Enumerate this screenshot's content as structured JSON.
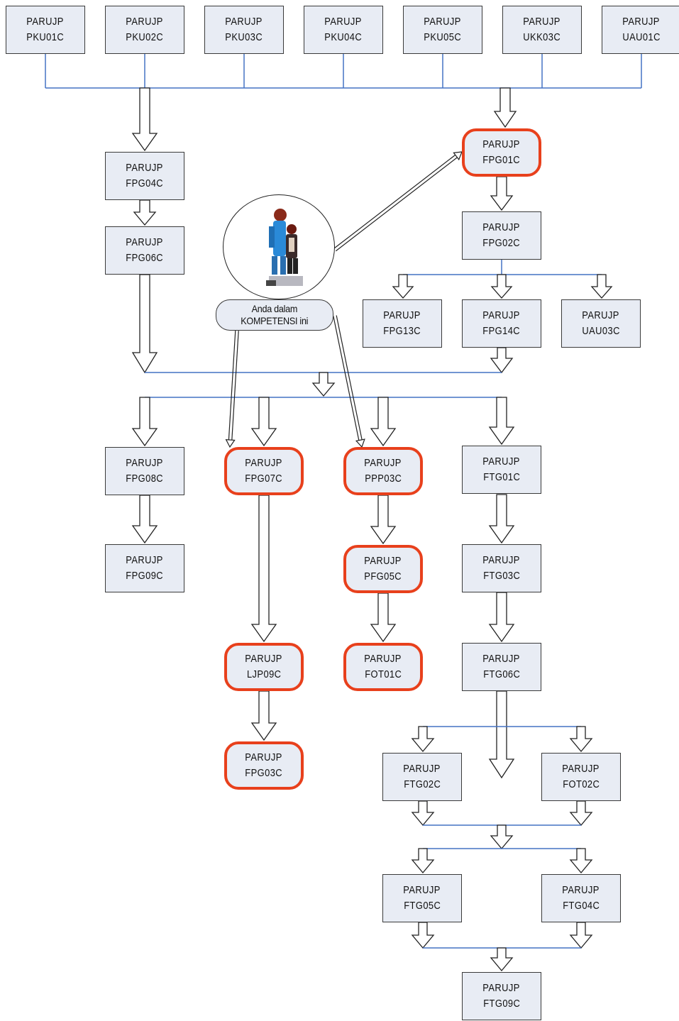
{
  "nodes": [
    {
      "id": "PKU01C",
      "line1": "PARUJP",
      "line2": "PKU01C",
      "hl": false
    },
    {
      "id": "PKU02C",
      "line1": "PARUJP",
      "line2": "PKU02C",
      "hl": false
    },
    {
      "id": "PKU03C",
      "line1": "PARUJP",
      "line2": "PKU03C",
      "hl": false
    },
    {
      "id": "PKU04C",
      "line1": "PARUJP",
      "line2": "PKU04C",
      "hl": false
    },
    {
      "id": "PKU05C",
      "line1": "PARUJP",
      "line2": "PKU05C",
      "hl": false
    },
    {
      "id": "UKK03C",
      "line1": "PARUJP",
      "line2": "UKK03C",
      "hl": false
    },
    {
      "id": "UAU01C",
      "line1": "PARUJP",
      "line2": "UAU01C",
      "hl": false
    },
    {
      "id": "FPG04C",
      "line1": "PARUJP",
      "line2": "FPG04C",
      "hl": false
    },
    {
      "id": "FPG06C",
      "line1": "PARUJP",
      "line2": "FPG06C",
      "hl": false
    },
    {
      "id": "FPG01C",
      "line1": "PARUJP",
      "line2": "FPG01C",
      "hl": true
    },
    {
      "id": "FPG02C",
      "line1": "PARUJP",
      "line2": "FPG02C",
      "hl": false
    },
    {
      "id": "FPG13C",
      "line1": "PARUJP",
      "line2": "FPG13C",
      "hl": false
    },
    {
      "id": "FPG14C",
      "line1": "PARUJP",
      "line2": "FPG14C",
      "hl": false
    },
    {
      "id": "UAU03C",
      "line1": "PARUJP",
      "line2": "UAU03C",
      "hl": false
    },
    {
      "id": "FPG08C",
      "line1": "PARUJP",
      "line2": "FPG08C",
      "hl": false
    },
    {
      "id": "FPG07C",
      "line1": "PARUJP",
      "line2": "FPG07C",
      "hl": true
    },
    {
      "id": "PPP03C",
      "line1": "PARUJP",
      "line2": "PPP03C",
      "hl": true
    },
    {
      "id": "FTG01C",
      "line1": "PARUJP",
      "line2": "FTG01C",
      "hl": false
    },
    {
      "id": "FPG09C",
      "line1": "PARUJP",
      "line2": "FPG09C",
      "hl": false
    },
    {
      "id": "PFG05C",
      "line1": "PARUJP",
      "line2": "PFG05C",
      "hl": true
    },
    {
      "id": "FTG03C",
      "line1": "PARUJP",
      "line2": "FTG03C",
      "hl": false
    },
    {
      "id": "LJP09C",
      "line1": "PARUJP",
      "line2": "LJP09C",
      "hl": true
    },
    {
      "id": "FOT01C",
      "line1": "PARUJP",
      "line2": "FOT01C",
      "hl": true
    },
    {
      "id": "FTG06C",
      "line1": "PARUJP",
      "line2": "FTG06C",
      "hl": false
    },
    {
      "id": "FPG03C",
      "line1": "PARUJP",
      "line2": "FPG03C",
      "hl": true
    },
    {
      "id": "FTG02C",
      "line1": "PARUJP",
      "line2": "FTG02C",
      "hl": false
    },
    {
      "id": "FOT02C",
      "line1": "PARUJP",
      "line2": "FOT02C",
      "hl": false
    },
    {
      "id": "FTG05C",
      "line1": "PARUJP",
      "line2": "FTG05C",
      "hl": false
    },
    {
      "id": "FTG04C",
      "line1": "PARUJP",
      "line2": "FTG04C",
      "hl": false
    },
    {
      "id": "FTG09C",
      "line1": "PARUJP",
      "line2": "FTG09C",
      "hl": false
    }
  ],
  "callout": {
    "line1": "Anda dalam",
    "line2": "KOMPETENSI ini"
  },
  "colors": {
    "highlight": "#e8401c",
    "connector": "#4472c4",
    "box_fill": "#e8ecf4",
    "border": "#3a3a3a"
  },
  "illustration": "people-clipart"
}
